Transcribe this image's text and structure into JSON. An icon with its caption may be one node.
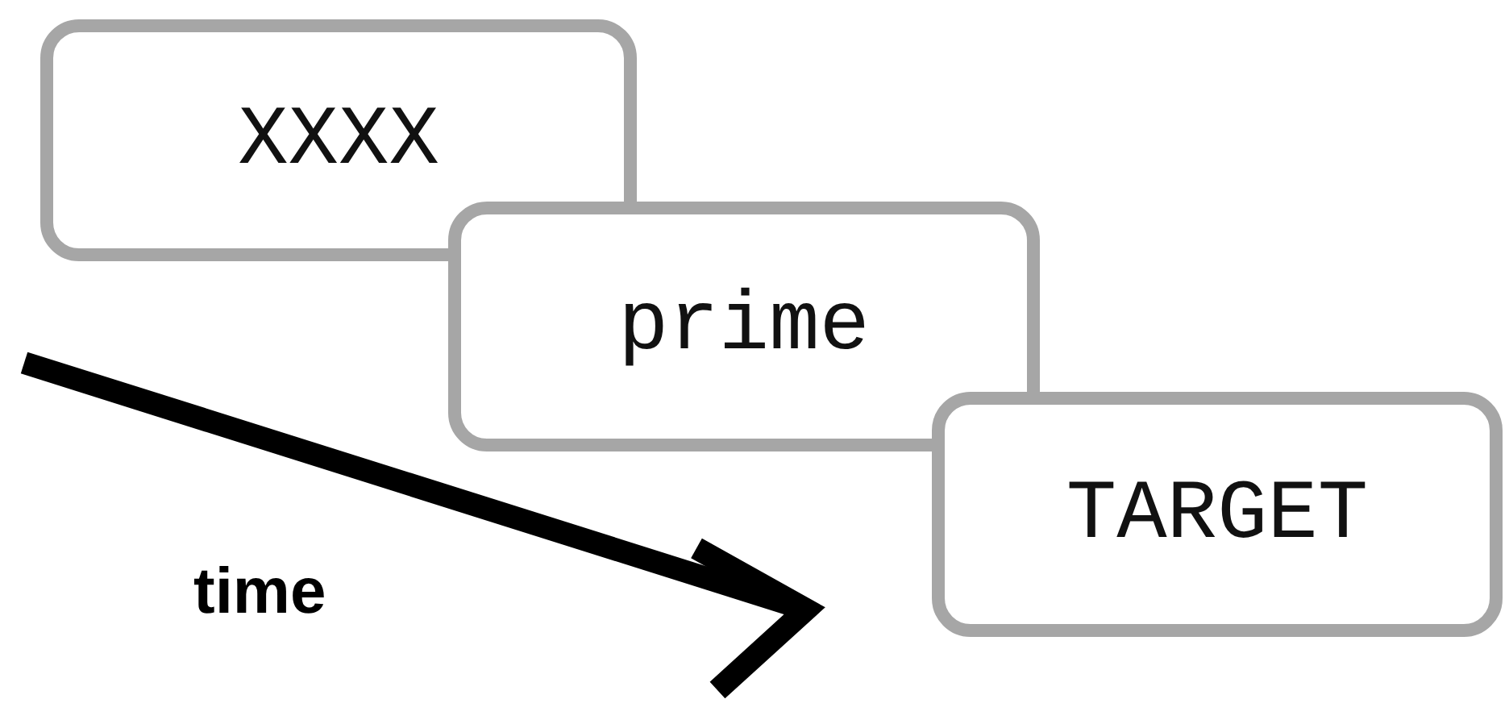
{
  "diagram": {
    "nodes": [
      {
        "text": [
          "XXXX"
        ]
      },
      {
        "text": [
          "prime"
        ]
      },
      {
        "text": [
          "TARGET"
        ]
      }
    ],
    "labels": [
      "time"
    ]
  }
}
